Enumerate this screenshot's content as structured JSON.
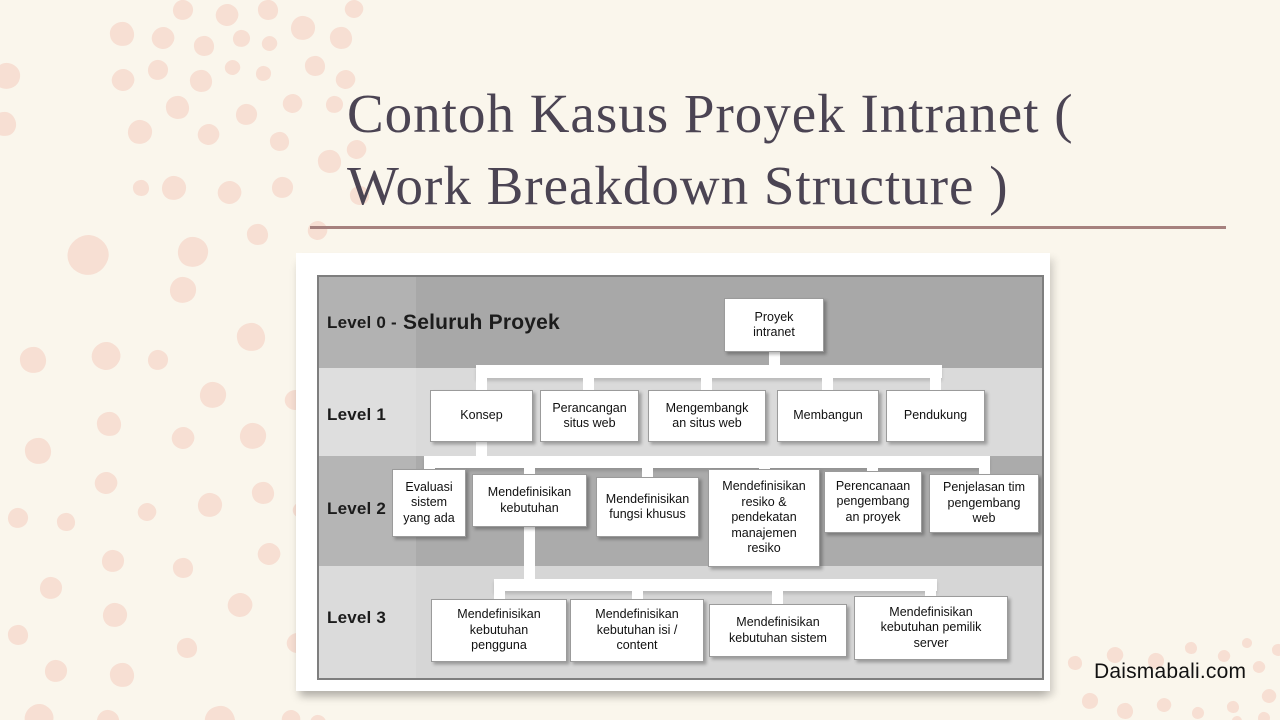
{
  "slide": {
    "title_lines": [
      "Contoh Kasus Proyek Intranet (",
      "Work Breakdown Structure )"
    ],
    "watermark": "Daismabali.com",
    "colors": {
      "background": "#FAF6EC",
      "dots": "#F7DFD3",
      "title_text": "#4B4453",
      "title_rule": "#A6817E",
      "panel": "#FFFFFF",
      "diagram_border": "#7E7E7E",
      "band_dark": "#A8A8A8",
      "band_light": "#DADADA",
      "band_dark2": "#ABABAB",
      "band_light2": "#D6D6D6",
      "connector": "#FFFFFF",
      "box_border": "#9B9B9B",
      "box_text": "#101010",
      "label_text": "#1C1C1C",
      "watermark_text": "#121212"
    }
  },
  "diagram": {
    "level_labels": {
      "l0": "Level 0 -",
      "l0_sub": "Seluruh Proyek",
      "l1": "Level 1",
      "l2": "Level 2",
      "l3": "Level 3"
    },
    "nodes": {
      "root": "Proyek\nintranet",
      "level1": [
        "Konsep",
        "Perancangan\nsitus web",
        "Mengembangk\nan situs web",
        "Membangun",
        "Pendukung"
      ],
      "level2": [
        "Evaluasi\nsistem\nyang ada",
        "Mendefinisikan\nkebutuhan",
        "Mendefinisikan\nfungsi khusus",
        "Mendefinisikan\nresiko &\npendekatan\nmanajemen\nresiko",
        "Perencanaan\npengembang\nan proyek",
        "Penjelasan tim\npengembang\nweb"
      ],
      "level3": [
        "Mendefinisikan\nkebutuhan\npengguna",
        "Mendefinisikan\nkebutuhan isi /\ncontent",
        "Mendefinisikan\nkebutuhan sistem",
        "Mendefinisikan\nkebutuhan pemilik\nserver"
      ]
    }
  }
}
